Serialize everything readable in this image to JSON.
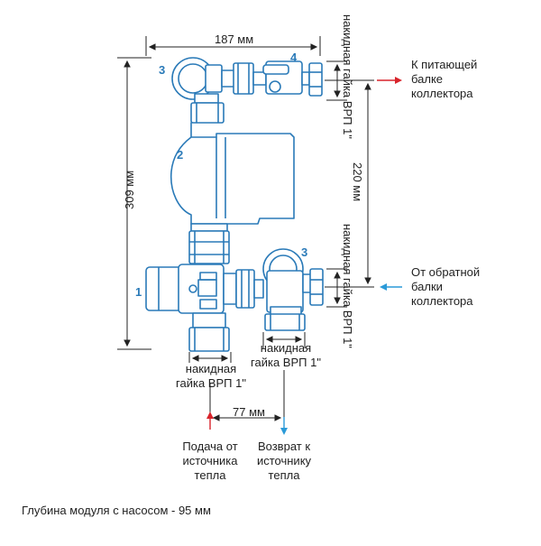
{
  "dimensions": {
    "width_top": "187 мм",
    "height_left": "309 мм",
    "spacing_right": "220 мм",
    "bottom_spacing": "77 мм"
  },
  "labels": {
    "top_right_nut": "накидная гайка ВРП 1\"",
    "mid_right_nut": "накидная гайка ВРП 1\"",
    "bottom_nut_line1": "накидная",
    "bottom_nut_line2": "гайка ВРП 1\"",
    "bottom_left_nut_line1": "накидная",
    "bottom_left_nut_line2": "гайка ВРП 1\""
  },
  "flows": {
    "to_supply": [
      "К питающей",
      "балке",
      "коллектора"
    ],
    "from_return": [
      "От обратной",
      "балки",
      "коллектора"
    ],
    "supply_from_source": [
      "Подача от",
      "источника",
      "тепла"
    ],
    "return_to_source": [
      "Возврат к",
      "источнику",
      "тепла"
    ]
  },
  "part_numbers": {
    "valve": "1",
    "pump": "2",
    "tee_top": "3",
    "tee_bottom": "3",
    "ball_valve": "4"
  },
  "footer": "Глубина модуля с насосом - 95 мм",
  "colors": {
    "outline": "#2a7ab8",
    "fill": "#ffffff",
    "supply_arrow": "#d8242b",
    "return_arrow": "#2a9ad8",
    "dim_line": "#222222"
  }
}
